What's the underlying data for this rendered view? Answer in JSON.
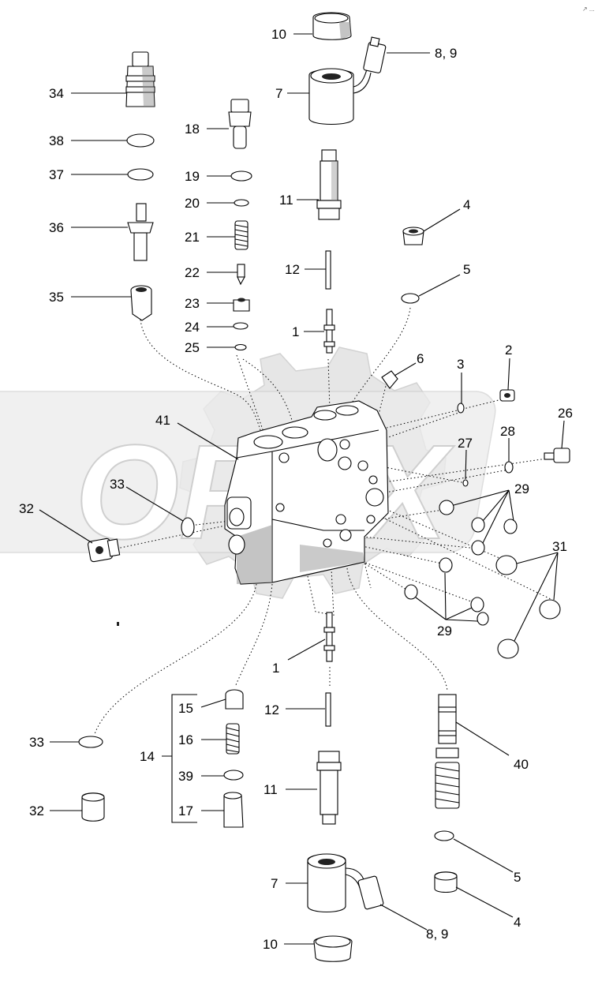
{
  "diagram": {
    "watermark_text": "OPEX",
    "corner_mark": "↗ ..."
  },
  "labels": [
    {
      "id": "l10a",
      "text": "10"
    },
    {
      "id": "l89a",
      "text": "8, 9"
    },
    {
      "id": "l7a",
      "text": "7"
    },
    {
      "id": "l34",
      "text": "34"
    },
    {
      "id": "l18",
      "text": "18"
    },
    {
      "id": "l38",
      "text": "38"
    },
    {
      "id": "l37",
      "text": "37"
    },
    {
      "id": "l19",
      "text": "19"
    },
    {
      "id": "l11a",
      "text": "11"
    },
    {
      "id": "l20",
      "text": "20"
    },
    {
      "id": "l4a",
      "text": "4"
    },
    {
      "id": "l36",
      "text": "36"
    },
    {
      "id": "l21",
      "text": "21"
    },
    {
      "id": "l12a",
      "text": "12"
    },
    {
      "id": "l22",
      "text": "22"
    },
    {
      "id": "l5a",
      "text": "5"
    },
    {
      "id": "l35",
      "text": "35"
    },
    {
      "id": "l23",
      "text": "23"
    },
    {
      "id": "l24",
      "text": "24"
    },
    {
      "id": "l1a",
      "text": "1"
    },
    {
      "id": "l25",
      "text": "25"
    },
    {
      "id": "l2",
      "text": "2"
    },
    {
      "id": "l6",
      "text": "6"
    },
    {
      "id": "l3",
      "text": "3"
    },
    {
      "id": "l26",
      "text": "26"
    },
    {
      "id": "l41",
      "text": "41"
    },
    {
      "id": "l28",
      "text": "28"
    },
    {
      "id": "l27",
      "text": "27"
    },
    {
      "id": "l33a",
      "text": "33"
    },
    {
      "id": "l29a",
      "text": "29"
    },
    {
      "id": "l32a",
      "text": "32"
    },
    {
      "id": "l31",
      "text": "31"
    },
    {
      "id": "l29b",
      "text": "29"
    },
    {
      "id": "l1b",
      "text": "1"
    },
    {
      "id": "l15",
      "text": "15"
    },
    {
      "id": "l12b",
      "text": "12"
    },
    {
      "id": "l33b",
      "text": "33"
    },
    {
      "id": "l16",
      "text": "16"
    },
    {
      "id": "l14",
      "text": "14"
    },
    {
      "id": "l39",
      "text": "39"
    },
    {
      "id": "l40",
      "text": "40"
    },
    {
      "id": "l11b",
      "text": "11"
    },
    {
      "id": "l32b",
      "text": "32"
    },
    {
      "id": "l17",
      "text": "17"
    },
    {
      "id": "l5b",
      "text": "5"
    },
    {
      "id": "l7b",
      "text": "7"
    },
    {
      "id": "l4b",
      "text": "4"
    },
    {
      "id": "l89b",
      "text": "8, 9"
    },
    {
      "id": "l10b",
      "text": "10"
    }
  ]
}
